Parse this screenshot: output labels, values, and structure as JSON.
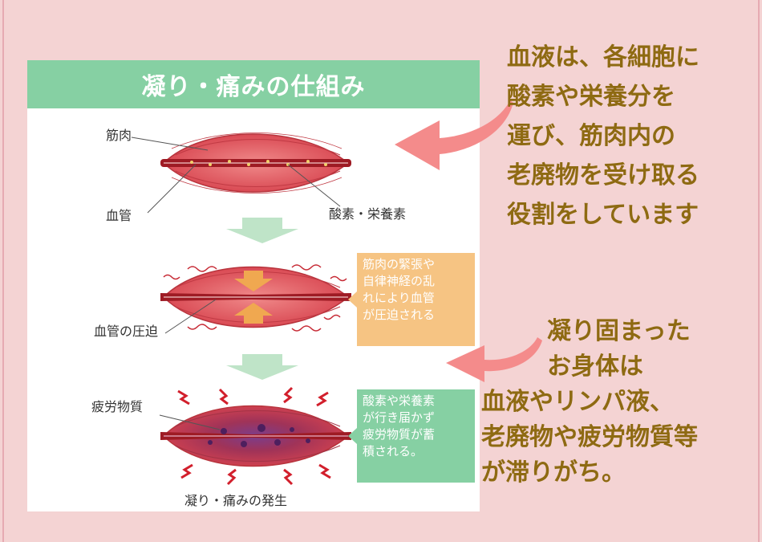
{
  "panel": {
    "title": "凝り・痛みの仕組み",
    "stage1": {
      "muscle_label": "筋肉",
      "vessel_label": "血管",
      "nutrient_label": "酸素・栄養素"
    },
    "stage2": {
      "compression_label": "血管の圧迫",
      "note": [
        "筋肉の緊張や",
        "自律神経の乱",
        "れにより血管",
        "が圧迫される"
      ]
    },
    "stage3": {
      "fatigue_label": "疲労物質",
      "note": [
        "酸素や栄養素",
        "が行き届かず",
        "疲労物質が蓄",
        "積される。"
      ],
      "result_label": "凝り・痛みの発生"
    }
  },
  "caption_top": [
    "血液は、各細胞に",
    "酸素や栄養分を",
    "運び、筋肉内の",
    "老廃物を受け取る",
    "役割をしています"
  ],
  "caption_bottom": [
    "凝り固まった",
    "お身体は",
    "血液やリンパ液、",
    "老廃物や疲労物質等",
    "が滞りがち。"
  ],
  "colors": {
    "background": "#f4d3d3",
    "header_green": "#86d0a3",
    "caption_gold": "#8e6a12",
    "arrow_pink": "#f48b8b",
    "muscle_red": "#d9505a",
    "vessel_red": "#9e1b24"
  }
}
